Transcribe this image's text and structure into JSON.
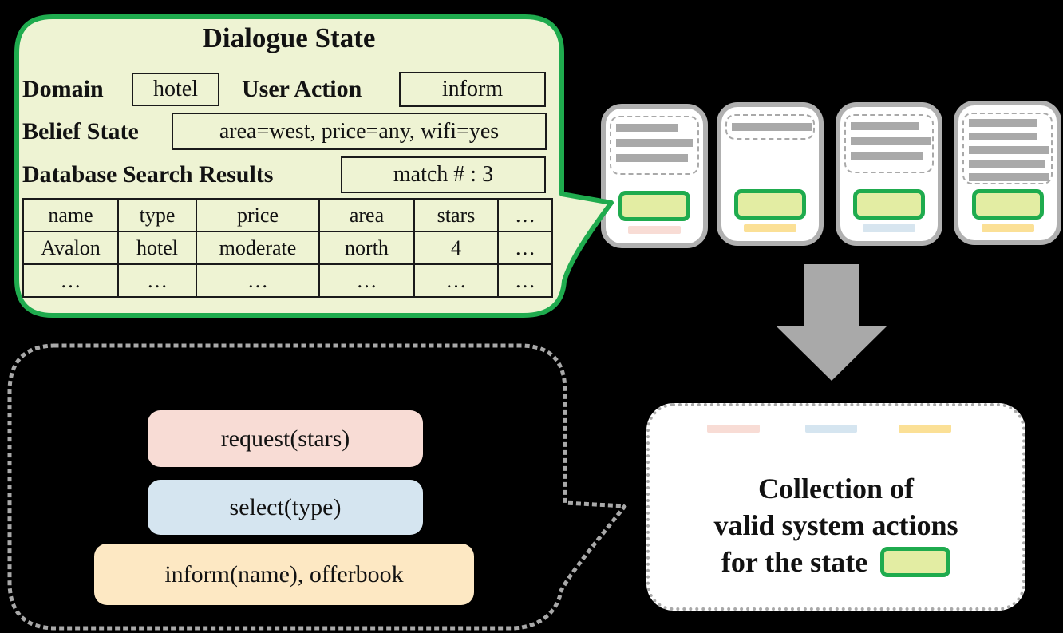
{
  "css_vars": {
    "bg": "#000000",
    "bubble-fill": "#eef3d3",
    "green": "#1fab4e",
    "ink": "#121212",
    "gray": "#a9a9a9",
    "card-border": "#b0b0b0",
    "chip-fill": "#e3eda3",
    "white": "#ffffff",
    "box-border": "#1a1a1a"
  },
  "dialogue_state": {
    "title": "Dialogue State",
    "domain": {
      "label": "Domain",
      "value": "hotel"
    },
    "user_action": {
      "label": "User Action",
      "value": "inform"
    },
    "belief_state": {
      "label": "Belief State",
      "value": "area=west, price=any, wifi=yes"
    },
    "db_results": {
      "label": "Database Search Results",
      "value": "match # : 3"
    },
    "table": {
      "headers": [
        "name",
        "type",
        "price",
        "area",
        "stars",
        "…"
      ],
      "rows": [
        [
          "Avalon",
          "hotel",
          "moderate",
          "north",
          "4",
          "…"
        ],
        [
          "…",
          "…",
          "…",
          "…",
          "…",
          "…"
        ]
      ]
    }
  },
  "state_cards": {
    "cards": [
      {
        "accent": "#f8dcd5"
      },
      {
        "accent": "#fbe096"
      },
      {
        "accent": "#d7e5ef"
      },
      {
        "accent": "#fbe096"
      }
    ]
  },
  "actions_bubble": {
    "items": [
      {
        "label": "request(stars)",
        "color": "#f8dcd5"
      },
      {
        "label": "select(type)",
        "color": "#d5e5f0"
      },
      {
        "label": "inform(name), offerbook",
        "color": "#fde8c3"
      }
    ]
  },
  "collection_box": {
    "lines": [
      "Collection of",
      "valid system actions",
      "for the state"
    ],
    "legend": [
      {
        "color": "#f8dcd5"
      },
      {
        "color": "#d5e5f0"
      },
      {
        "color": "#fbe096"
      }
    ]
  }
}
